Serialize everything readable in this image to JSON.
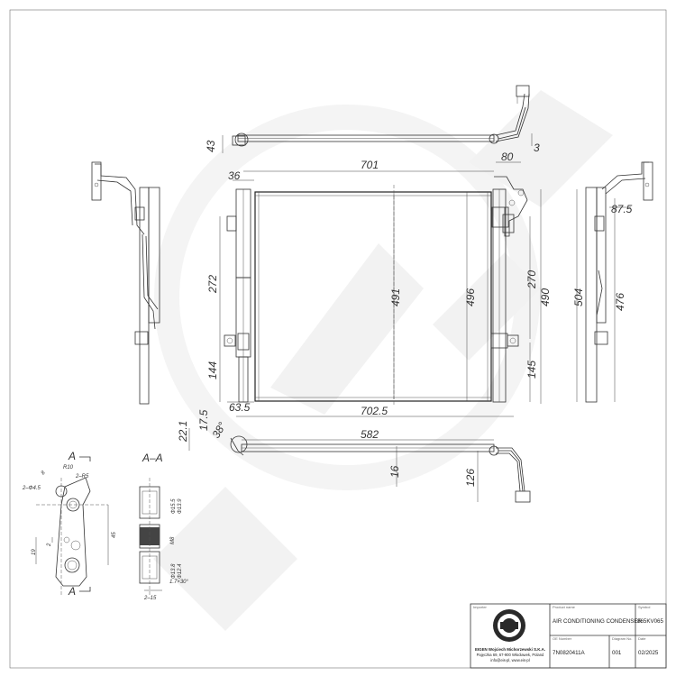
{
  "dims": {
    "d701": "701",
    "d80": "80",
    "d3": "3",
    "d43": "43",
    "d36": "36",
    "d272": "272",
    "d491": "491",
    "d496": "496",
    "d270": "270",
    "d490": "490",
    "d144": "144",
    "d145": "145",
    "d635": "63.5",
    "d7025": "702.5",
    "d875": "87.5",
    "d504": "504",
    "d476": "476",
    "d221": "22.1",
    "d175": "17.5",
    "d38": "38°",
    "d582": "582",
    "d16": "16",
    "d126": "126"
  },
  "detail": {
    "a_top": "A",
    "a_bottom": "A",
    "section": "A–A",
    "r10": "R10",
    "r25": "2–R5",
    "d8": "8",
    "phi45": "2–Ф4.5",
    "d19": "19",
    "d2": "2",
    "d45": "45",
    "s1": "Ф15.5",
    "s2": "Ф13.9",
    "m": "M8",
    "s3": "Ф13.8",
    "s4": "Ф12.4",
    "chamfer": "1.7×30°",
    "c15": "2–15"
  },
  "title_block": {
    "importer_label": "Importer",
    "product_label": "Product name",
    "product_name": "AIR CONDITIONING CONDENSER",
    "symbol_label": "Symbol",
    "symbol": "865KV065",
    "oe_label": "OE Number",
    "oe_number": "7N0820411A",
    "diagram_label": "Diagram No.",
    "diagram_no": "001",
    "date_label": "Date",
    "date": "02/2025",
    "company_name": "EIGEN Wojciech Michorzewski S.K.A.",
    "company_address": "Pajęczka 69, 67-900 Włocławek, Poland",
    "company_contact": "info@eis-pl, www.eis-pl"
  },
  "colors": {
    "line": "#333333",
    "watermark": "#f1f1f1"
  }
}
